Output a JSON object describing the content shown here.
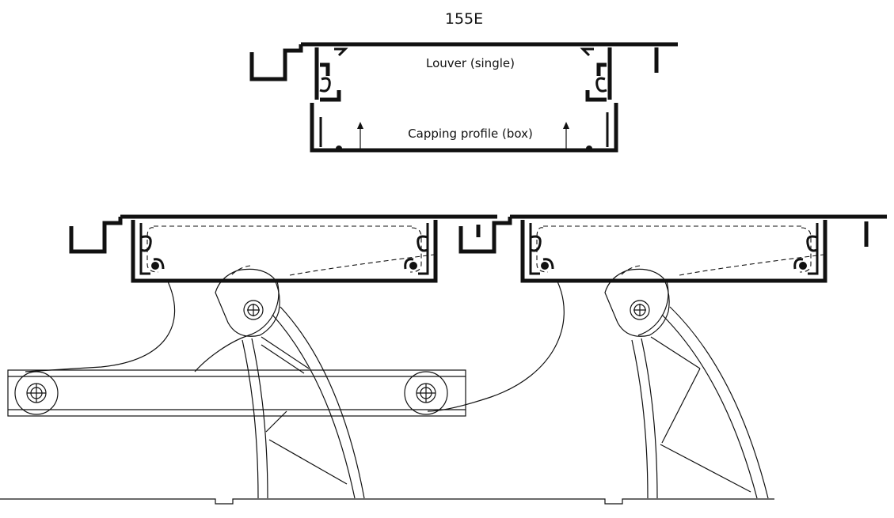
{
  "diagram": {
    "title": "155E",
    "labels": {
      "louver": "Louver (single)",
      "capping": "Capping profile (box)"
    }
  }
}
